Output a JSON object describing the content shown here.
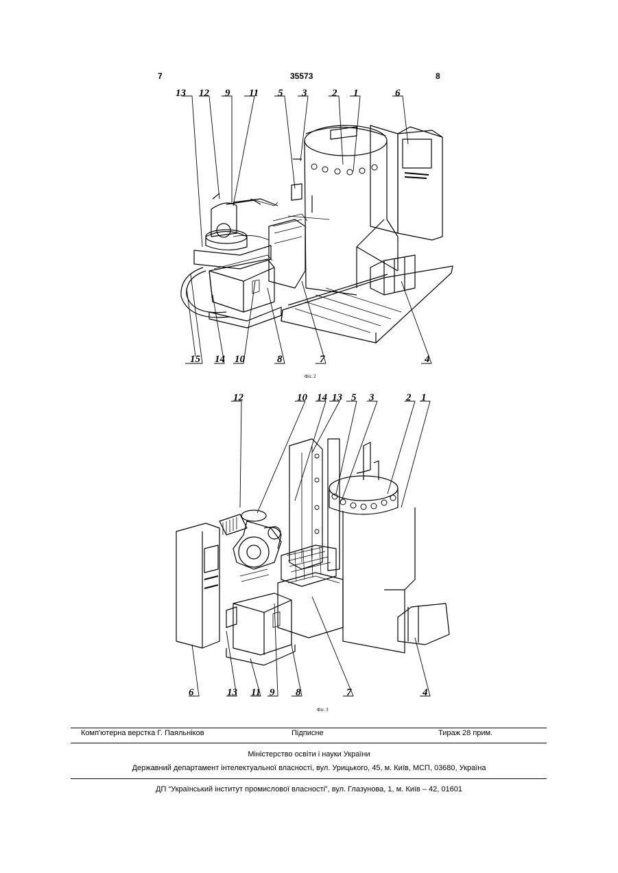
{
  "header": {
    "page_left": "7",
    "patent_number": "35573",
    "page_right": "8"
  },
  "figure2": {
    "caption": "Фіг. 2",
    "callouts": [
      "13",
      "12",
      "9",
      "11",
      "5",
      "3",
      "2",
      "1",
      "6",
      "15",
      "14",
      "10",
      "8",
      "7",
      "4"
    ]
  },
  "figure3": {
    "caption": "Фіг. 3",
    "callouts": [
      "12",
      "10",
      "14",
      "13",
      "5",
      "3",
      "2",
      "1",
      "6",
      "13",
      "11",
      "9",
      "8",
      "7",
      "4"
    ]
  },
  "footer": {
    "layout_credit": "Комп'ютерна верстка Г. Паяльніков",
    "signed": "Підписне",
    "circulation": "Тираж 28 прим.",
    "ministry": "Міністерство освіти і науки України",
    "department": "Державний департамент інтелектуальної власності, вул. Урицького, 45, м. Київ, МСП, 03680, Україна",
    "institute": "ДП “Український інститут промислової власності”, вул. Глазунова, 1, м. Київ – 42, 01601"
  }
}
